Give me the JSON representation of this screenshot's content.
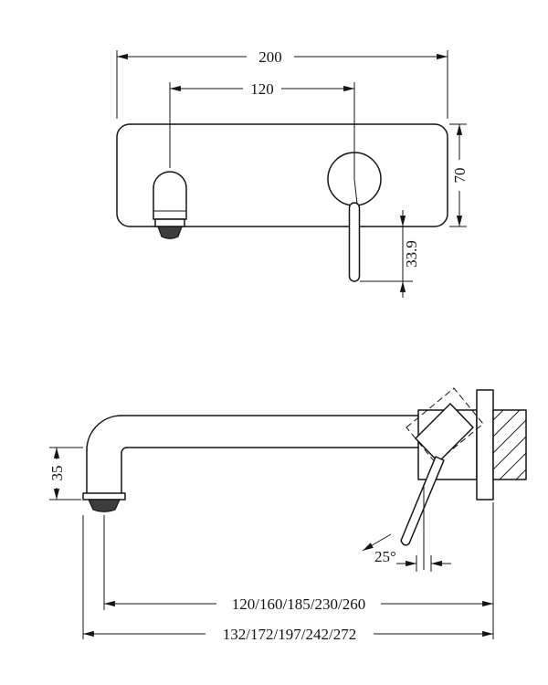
{
  "dimensions": {
    "top_view": {
      "total_width": "200",
      "spout_to_handle_centres": "120",
      "plate_height": "70",
      "lever_drop_below_plate": "33.9"
    },
    "side_view": {
      "outlet_drop": "35",
      "lever_angle": "25°",
      "spout_reach_options": "120/160/185/230/260",
      "overall_reach_options": "132/172/197/242/272"
    }
  }
}
